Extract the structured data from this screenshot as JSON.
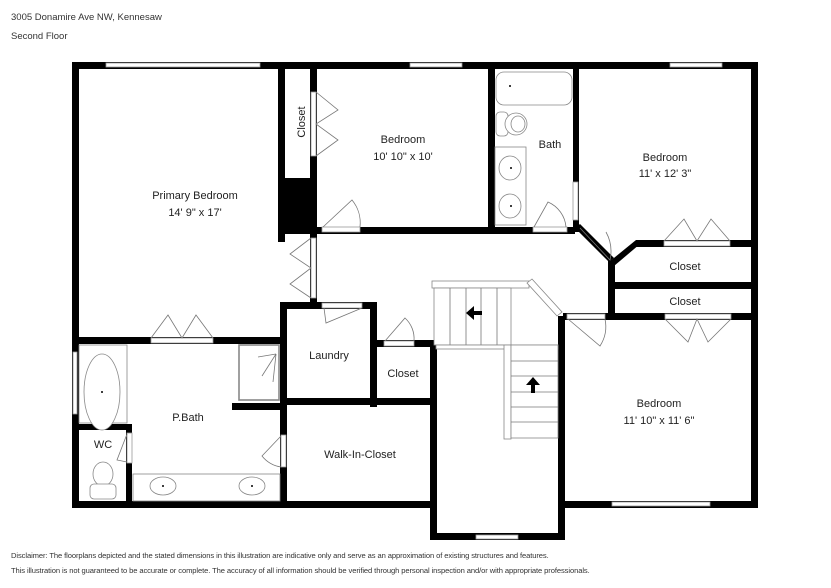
{
  "header": {
    "address": "3005 Donamire Ave NW, Kennesaw",
    "floor": "Second Floor"
  },
  "rooms": {
    "primary_bedroom": {
      "name": "Primary Bedroom",
      "dims": "14' 9\" x 17'"
    },
    "closet_vertical": {
      "name": "Closet"
    },
    "bedroom_2": {
      "name": "Bedroom",
      "dims": "10' 10\" x 10'"
    },
    "bath": {
      "name": "Bath"
    },
    "bedroom_3": {
      "name": "Bedroom",
      "dims": "11' x 12' 3\""
    },
    "closet_upper_right": {
      "name": "Closet"
    },
    "closet_lower_right": {
      "name": "Closet"
    },
    "laundry": {
      "name": "Laundry"
    },
    "closet_hall": {
      "name": "Closet"
    },
    "p_bath": {
      "name": "P.Bath"
    },
    "wc": {
      "name": "WC"
    },
    "walk_in_closet": {
      "name": "Walk-In-Closet"
    },
    "bedroom_4": {
      "name": "Bedroom",
      "dims": "11' 10\" x 11' 6\""
    }
  },
  "disclaimer": {
    "line1": "Disclaimer: The floorplans depicted and the stated dimensions in this illustration are indicative only and serve as an approximation of existing structures and features.",
    "line2": "This illustration is not guaranteed to be accurate or complete. The accuracy of all information should be verified through personal inspection and/or with appropriate professionals."
  },
  "icons": {
    "stair_arrow_left": "arrow-left",
    "stair_arrow_up": "arrow-up"
  },
  "colors": {
    "wall": "#000000",
    "fixture_stroke": "#888888",
    "text": "#222222"
  }
}
